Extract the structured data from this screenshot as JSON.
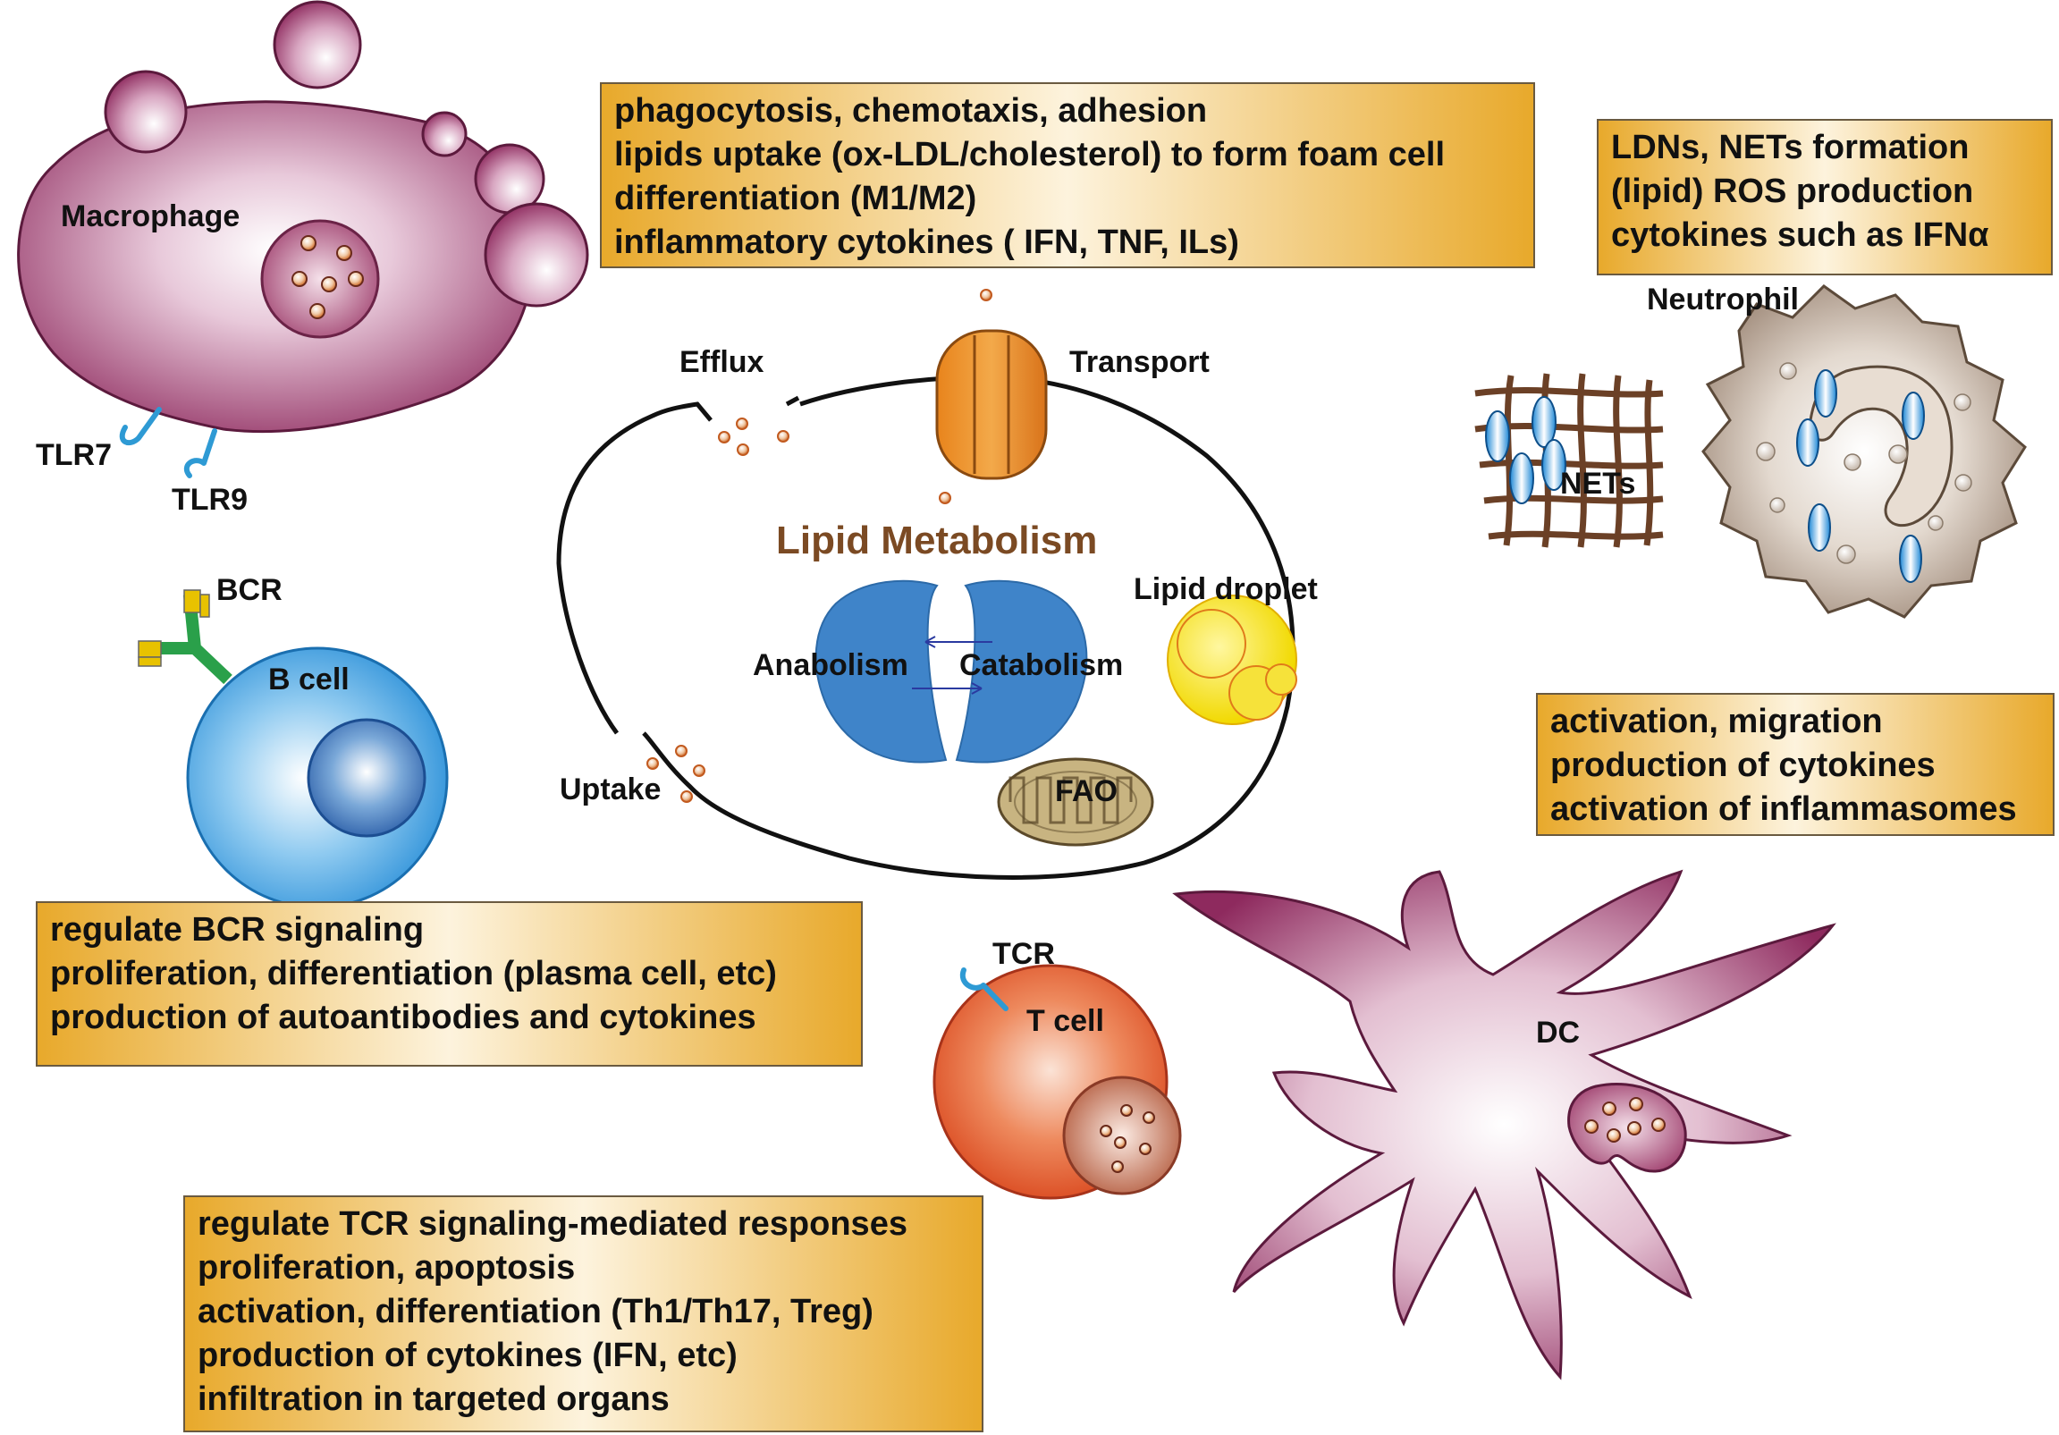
{
  "center": {
    "title": "Lipid Metabolism",
    "efflux": "Efflux",
    "transport": "Transport",
    "uptake": "Uptake",
    "lipid_droplet": "Lipid droplet",
    "anabolism": "Anabolism",
    "catabolism": "Catabolism",
    "fao": "FAO"
  },
  "cells": {
    "macrophage": "Macrophage",
    "tlr7": "TLR7",
    "tlr9": "TLR9",
    "bcr": "BCR",
    "b_cell": "B cell",
    "tcr": "TCR",
    "t_cell": "T cell",
    "neutrophil": "Neutrophil",
    "nets": "NETs",
    "dc": "DC"
  },
  "boxes": {
    "macrophage": [
      "phagocytosis, chemotaxis, adhesion",
      "lipids uptake (ox-LDL/cholesterol) to form foam cell",
      "differentiation (M1/M2)",
      "inflammatory cytokines ( IFN, TNF, ILs)"
    ],
    "neutrophil": [
      "LDNs, NETs formation",
      "(lipid) ROS production",
      "cytokines such as IFNα"
    ],
    "dc": [
      "activation, migration",
      "production of cytokines",
      "activation of inflammasomes"
    ],
    "b_cell": [
      "regulate BCR signaling",
      "proliferation, differentiation (plasma cell, etc)",
      "production of autoantibodies and cytokines"
    ],
    "t_cell": [
      "regulate TCR signaling-mediated responses",
      "proliferation, apoptosis",
      "activation, differentiation (Th1/Th17, Treg)",
      "production of cytokines (IFN, etc)",
      "infiltration in targeted organs"
    ]
  },
  "colors": {
    "box_gold": "#e8a92b",
    "title_brown": "#7b4a23",
    "macrophage": "#8e2a5e",
    "b_cell": "#2a8fd8",
    "t_cell": "#d9461c",
    "neutrophil": "#a58f7c",
    "dc": "#8e2a5e"
  }
}
